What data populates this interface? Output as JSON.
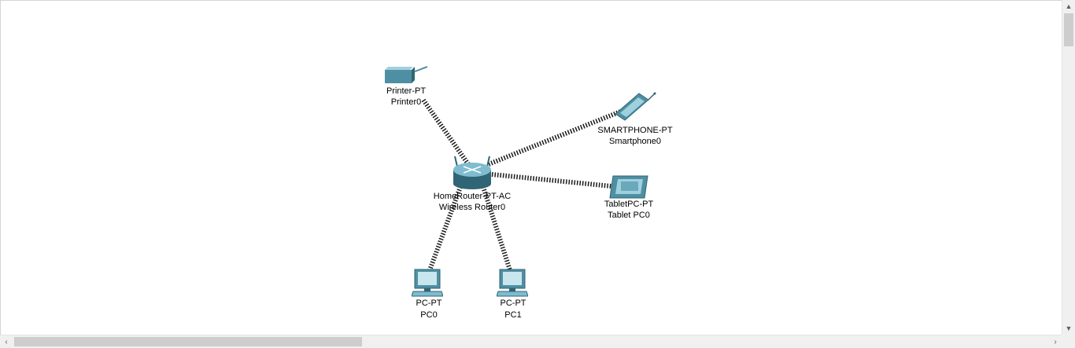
{
  "devices": {
    "printer": {
      "model": "Printer-PT",
      "name": "Printer0"
    },
    "router": {
      "model": "HomeRouter-PT-AC",
      "name": "Wireless Router0"
    },
    "smartphone": {
      "model": "SMARTPHONE-PT",
      "name": "Smartphone0"
    },
    "tablet": {
      "model": "TabletPC-PT",
      "name": "Tablet PC0"
    },
    "pc0": {
      "model": "PC-PT",
      "name": "PC0"
    },
    "pc1": {
      "model": "PC-PT",
      "name": "PC1"
    }
  },
  "icons": {
    "printer": "printer-icon",
    "router": "wireless-router-icon",
    "smartphone": "smartphone-icon",
    "tablet": "tablet-icon",
    "pc": "pc-icon",
    "link": "wireless-link"
  },
  "colors": {
    "device_fill": "#4f8fa3",
    "device_light": "#9fd0de",
    "device_dark": "#2f6575",
    "link": "#1a1a1a"
  },
  "scrollbars": {
    "vertical_arrow_up": "▲",
    "vertical_arrow_down": "▼",
    "horizontal_arrow_left": "‹",
    "horizontal_arrow_right": "›"
  }
}
